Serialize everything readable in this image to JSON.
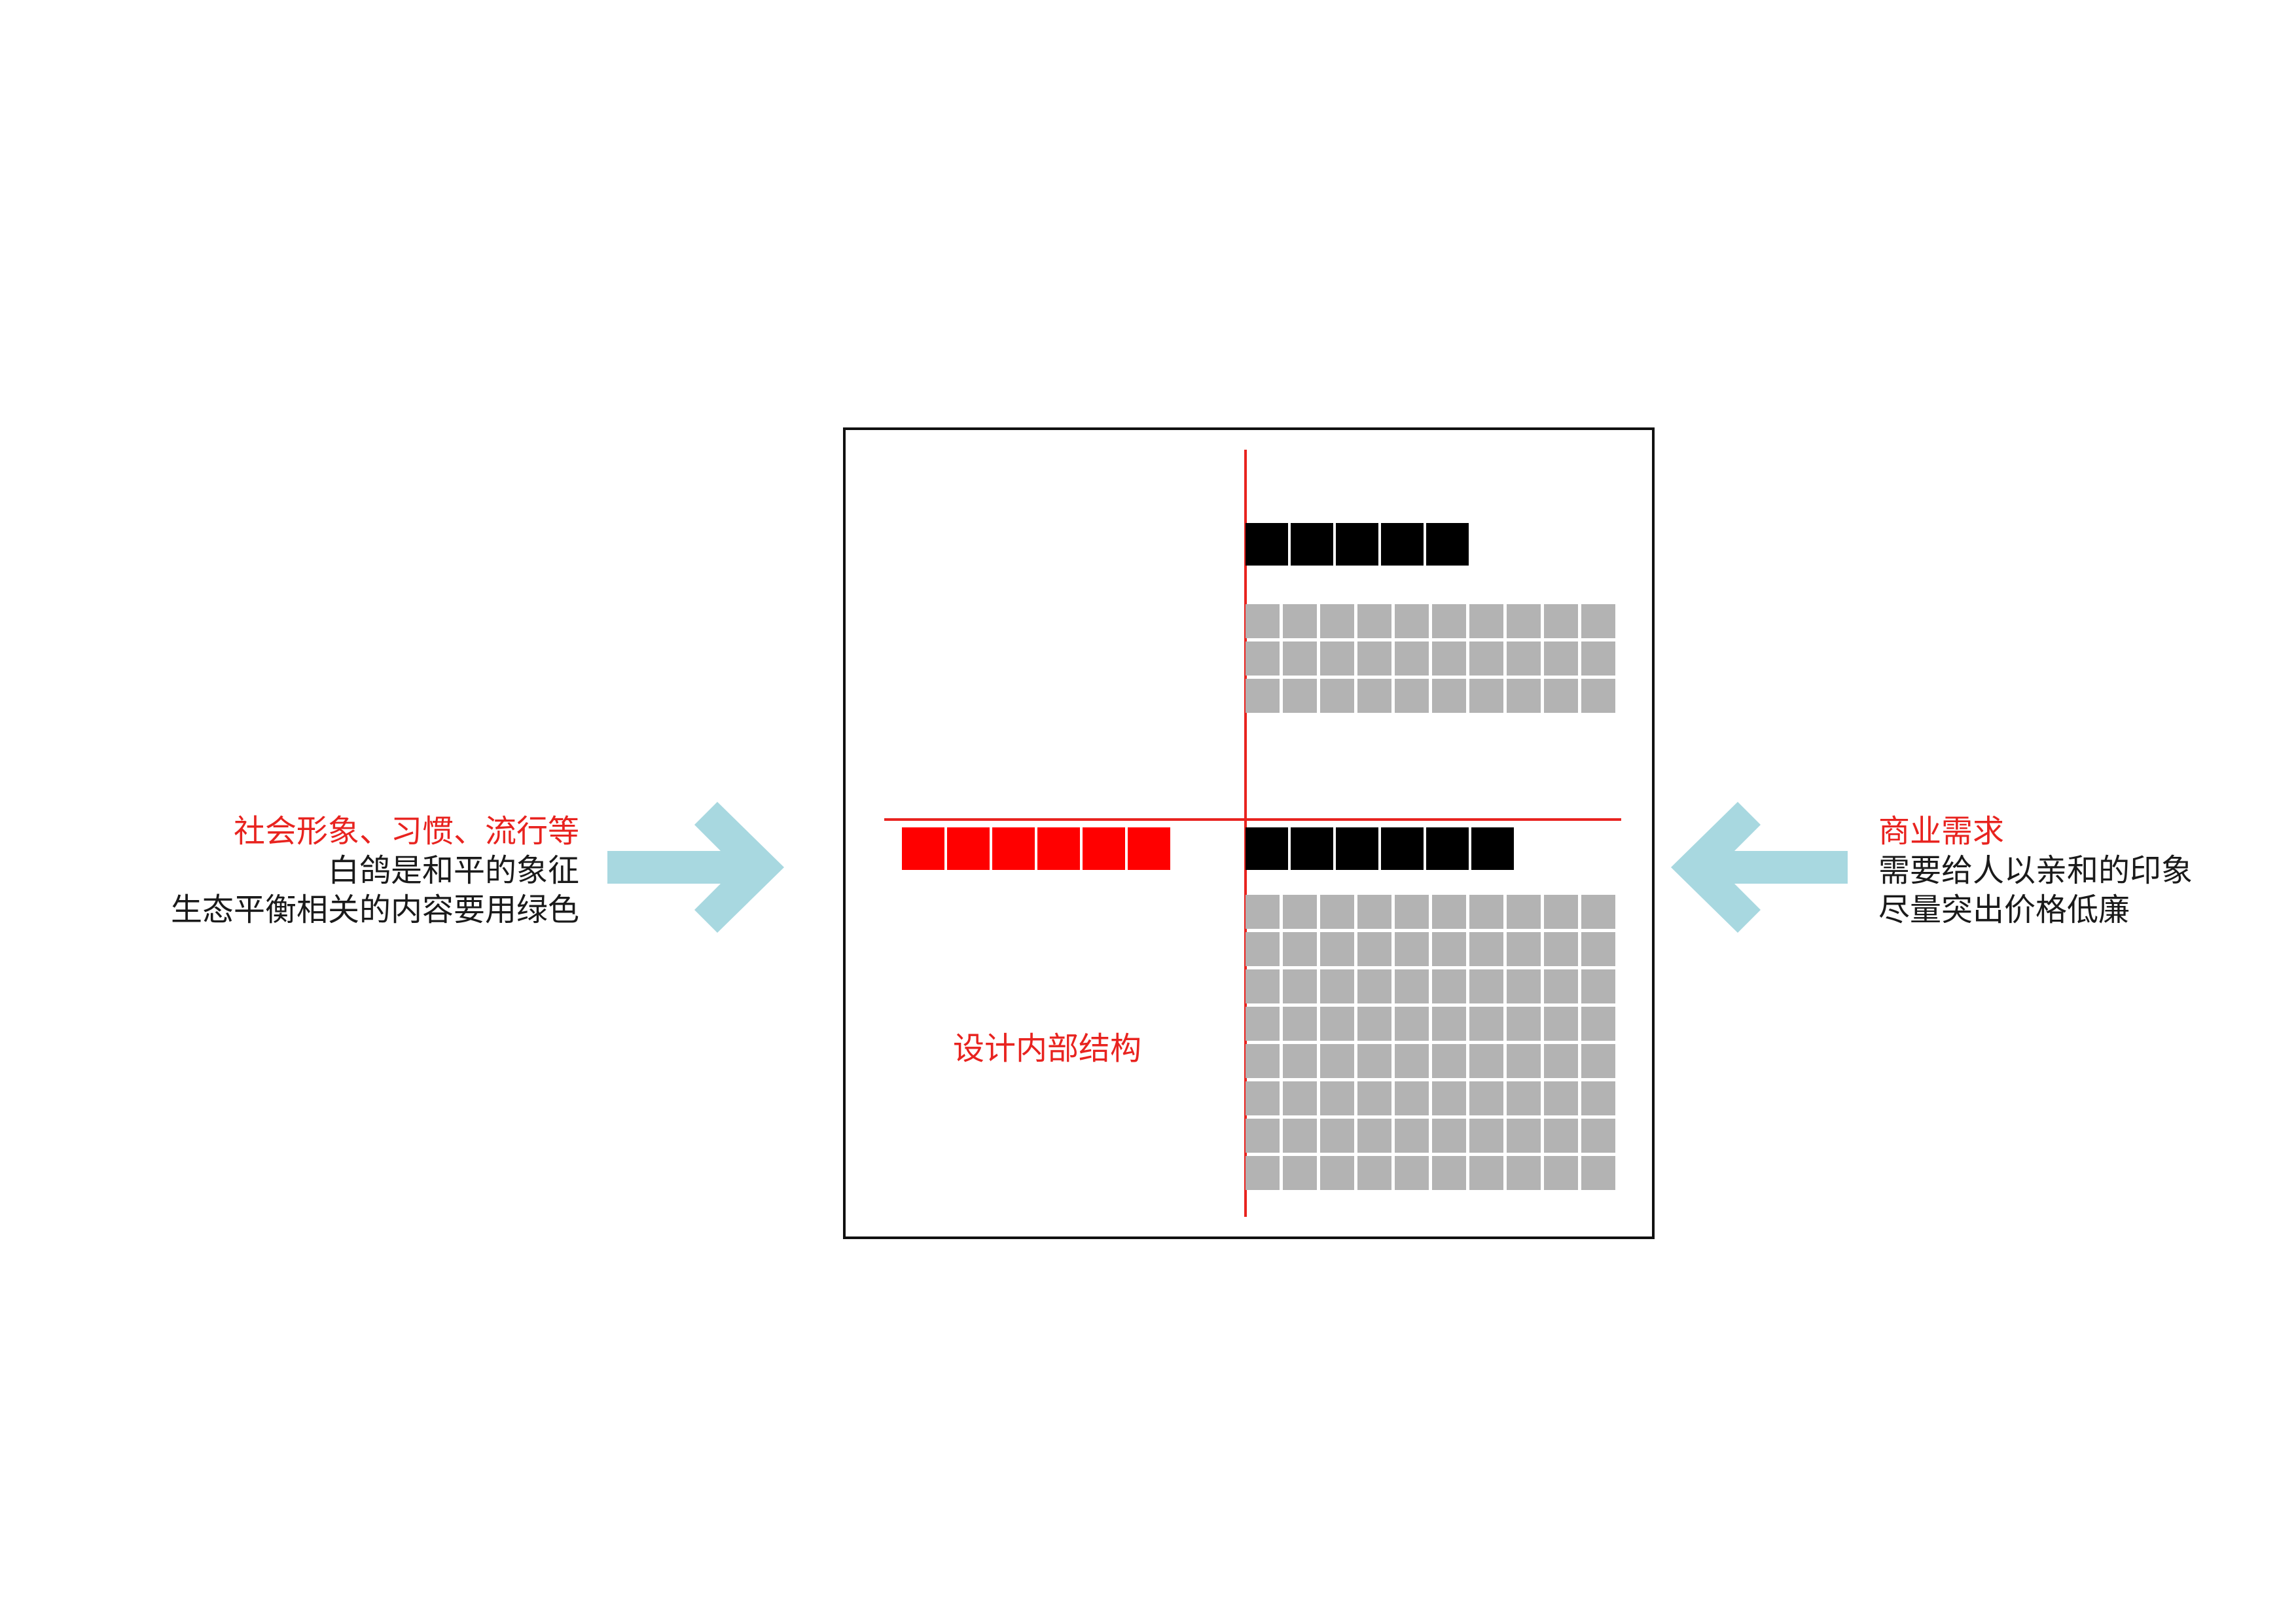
{
  "left": {
    "heading": "社会形象、习惯、流行等",
    "lines": [
      "白鸽是和平的象征",
      "生态平衡相关的内容要用绿色"
    ]
  },
  "right": {
    "heading": "商业需求",
    "lines": [
      "需要给人以亲和的印象",
      "尽量突出价格低廉"
    ]
  },
  "center": {
    "label": "设计内部结构"
  },
  "blocks": {
    "black_row_top_count": 5,
    "grid_top": {
      "rows": 3,
      "cols": 10
    },
    "red_row_count": 6,
    "black_row_bottom_count": 6,
    "grid_bottom": {
      "rows": 8,
      "cols": 10
    }
  },
  "colors": {
    "accent": "#e8231f",
    "red_block": "#ff0000",
    "black_block": "#000000",
    "grid_cell": "#b3b3b3",
    "arrow": "#a8d8e0",
    "text": "#1a1a1a"
  },
  "icons": {
    "left_arrow": "arrow-right-icon",
    "right_arrow": "arrow-left-icon"
  }
}
